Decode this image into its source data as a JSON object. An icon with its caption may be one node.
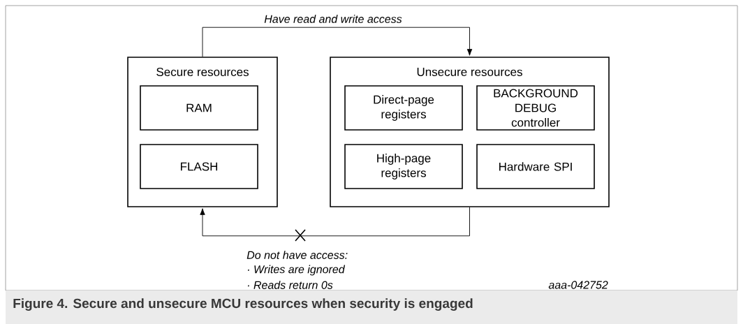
{
  "diagram": {
    "caption": "Figure 4. Secure and unsecure MCU resources when security is engaged",
    "nodes": [
      {
        "text": [
          "Secure resources"
        ]
      },
      {
        "text": [
          "RAM"
        ],
        "in": 0
      },
      {
        "text": [
          "FLASH"
        ],
        "in": 0
      },
      {
        "text": [
          "Unsecure resources"
        ]
      },
      {
        "text": [
          "Direct-page registers"
        ],
        "in": 3
      },
      {
        "text": [
          "BACKGROUND DEBUG controller"
        ],
        "in": 3
      },
      {
        "text": [
          "High-page registers"
        ],
        "in": 3
      },
      {
        "text": [
          "Hardware SPI"
        ],
        "in": 3
      }
    ],
    "edges": [
      {
        "from": 0,
        "to": 3,
        "arrow": "to",
        "label": "Have read and write access"
      },
      {
        "from": 3,
        "to": 0,
        "arrow": "to",
        "label": "Do not have access:"
      }
    ],
    "labels": [
      "· Writes are ignored",
      "· Reads return 0s",
      "aaa-042752"
    ]
  }
}
